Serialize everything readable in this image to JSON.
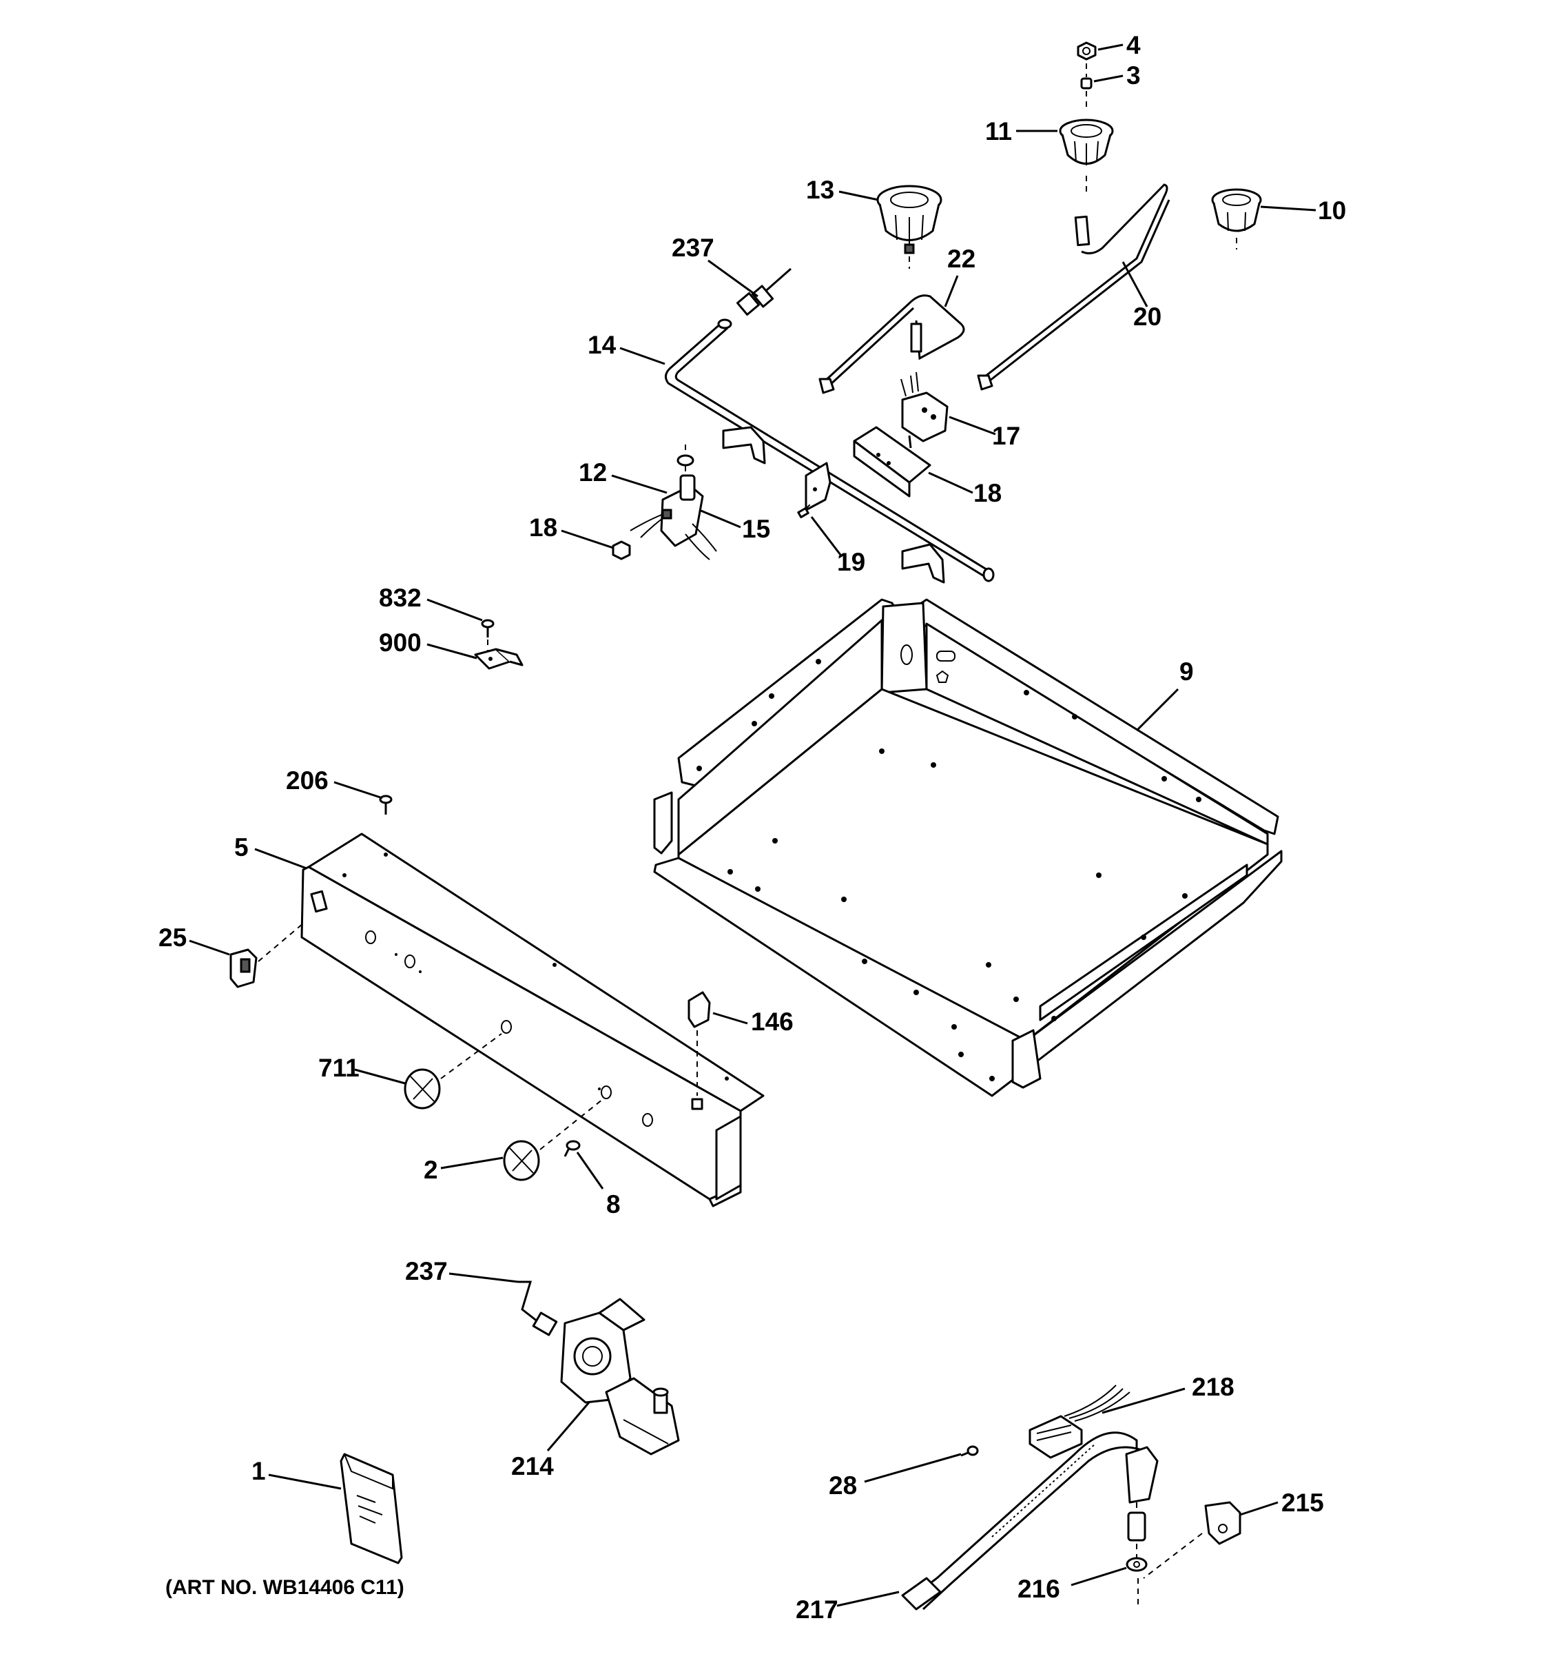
{
  "callouts": {
    "c4": "4",
    "c3": "3",
    "c11": "11",
    "c13": "13",
    "c10": "10",
    "c237a": "237",
    "c22": "22",
    "c20": "20",
    "c14": "14",
    "c17": "17",
    "c12": "12",
    "c18a": "18",
    "c15": "15",
    "c18b": "18",
    "c19": "19",
    "c832": "832",
    "c900": "900",
    "c9": "9",
    "c206": "206",
    "c5": "5",
    "c25": "25",
    "c146": "146",
    "c711": "711",
    "c2": "2",
    "c8": "8",
    "c237b": "237",
    "c214": "214",
    "c218": "218",
    "c1": "1",
    "c28": "28",
    "c215": "215",
    "c216": "216",
    "c217": "217"
  },
  "caption": "(ART NO. WB14406 C11)"
}
